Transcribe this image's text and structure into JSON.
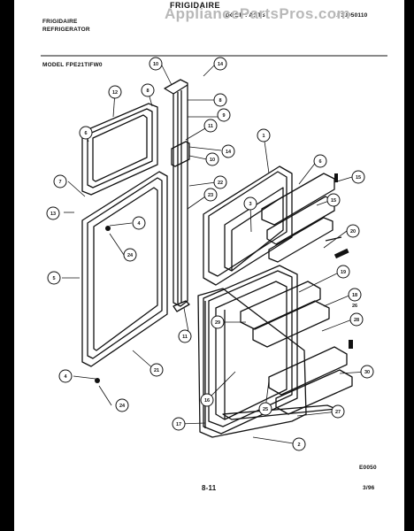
{
  "header": {
    "brand": "FRIGIDAIRE",
    "line1_left": "FRIGIDAIRE",
    "line1_mid": "DOOR PARTS",
    "line2_left": "REFRIGERATOR",
    "doc_number": "LF30050110",
    "model": "MODEL FPE21TIFW0"
  },
  "watermark": "AppliancePartsPros.com",
  "footer": {
    "code": "E0050",
    "page": "8-11",
    "date": "3/96"
  },
  "callouts": [
    {
      "label": "10"
    },
    {
      "label": "14"
    },
    {
      "label": "8"
    },
    {
      "label": "9"
    },
    {
      "label": "11"
    },
    {
      "label": "10"
    },
    {
      "label": "14"
    },
    {
      "label": "12"
    },
    {
      "label": "8"
    },
    {
      "label": "22"
    },
    {
      "label": "23"
    },
    {
      "label": "7"
    },
    {
      "label": "13"
    },
    {
      "label": "4"
    },
    {
      "label": "24"
    },
    {
      "label": "5"
    },
    {
      "label": "1"
    },
    {
      "label": "6"
    },
    {
      "label": "15"
    },
    {
      "label": "15"
    },
    {
      "label": "3"
    },
    {
      "label": "20"
    },
    {
      "label": "19"
    },
    {
      "label": "11"
    },
    {
      "label": "18"
    },
    {
      "label": "26"
    },
    {
      "label": "29"
    },
    {
      "label": "28"
    },
    {
      "label": "21"
    },
    {
      "label": "30"
    },
    {
      "label": "4"
    },
    {
      "label": "24"
    },
    {
      "label": "16"
    },
    {
      "label": "25"
    },
    {
      "label": "27"
    },
    {
      "label": "17"
    },
    {
      "label": "2"
    },
    {
      "label": "6"
    }
  ]
}
